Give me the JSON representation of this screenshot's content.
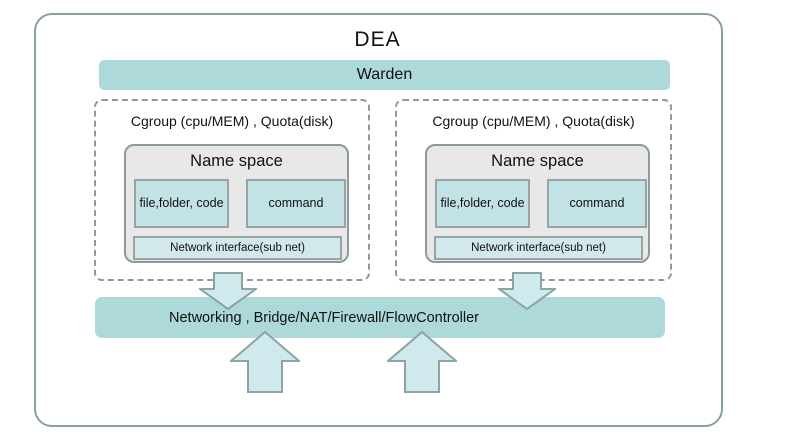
{
  "diagram": {
    "title": "DEA",
    "warden_label": "Warden",
    "containers": [
      {
        "cgroup_label": "Cgroup (cpu/MEM) , Quota(disk)",
        "namespace": {
          "title": "Name space",
          "file_label": "file,folder, code",
          "command_label": "command",
          "network_label": "Network interface(sub net)"
        }
      },
      {
        "cgroup_label": "Cgroup (cpu/MEM) , Quota(disk)",
        "namespace": {
          "title": "Name space",
          "file_label": "file,folder, code",
          "command_label": "command",
          "network_label": "Network interface(sub net)"
        }
      }
    ],
    "networking_label": "Networking , Bridge/NAT/Firewall/FlowController",
    "colors": {
      "banner_fill": "#aed9db",
      "box_fill": "#c2e2e6",
      "network_box_fill": "#d2e8eb",
      "namespace_fill": "#e8e8e8",
      "arrow_fill": "#cfe9ec",
      "border": "#85a1a3",
      "dashed_border": "#8b9a9d",
      "box_border": "#98a3a4",
      "text": "#111111"
    }
  }
}
